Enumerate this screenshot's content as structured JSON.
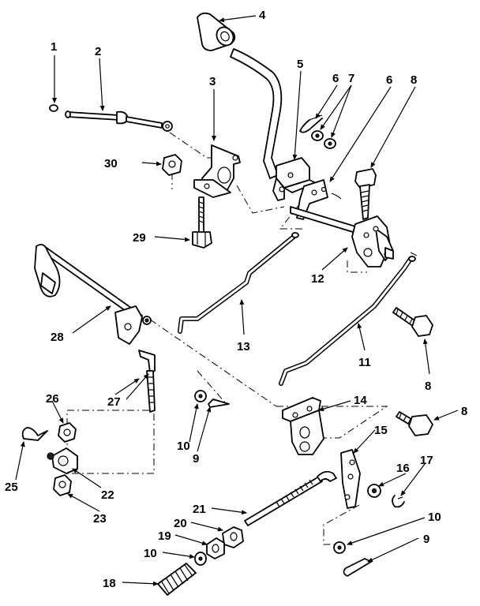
{
  "callouts": {
    "c1": "1",
    "c2": "2",
    "c3": "3",
    "c4": "4",
    "c5": "5",
    "c6a": "6",
    "c6b": "6",
    "c7": "7",
    "c8a": "8",
    "c8b": "8",
    "c8c": "8",
    "c9a": "9",
    "c9b": "9",
    "c10a": "10",
    "c10b": "10",
    "c10c": "10",
    "c11": "11",
    "c12": "12",
    "c13": "13",
    "c14": "14",
    "c15": "15",
    "c16": "16",
    "c17": "17",
    "c18": "18",
    "c19": "19",
    "c20": "20",
    "c21": "21",
    "c22": "22",
    "c23": "23",
    "c25": "25",
    "c26": "26",
    "c27": "27",
    "c28": "28",
    "c29": "29",
    "c30": "30"
  }
}
